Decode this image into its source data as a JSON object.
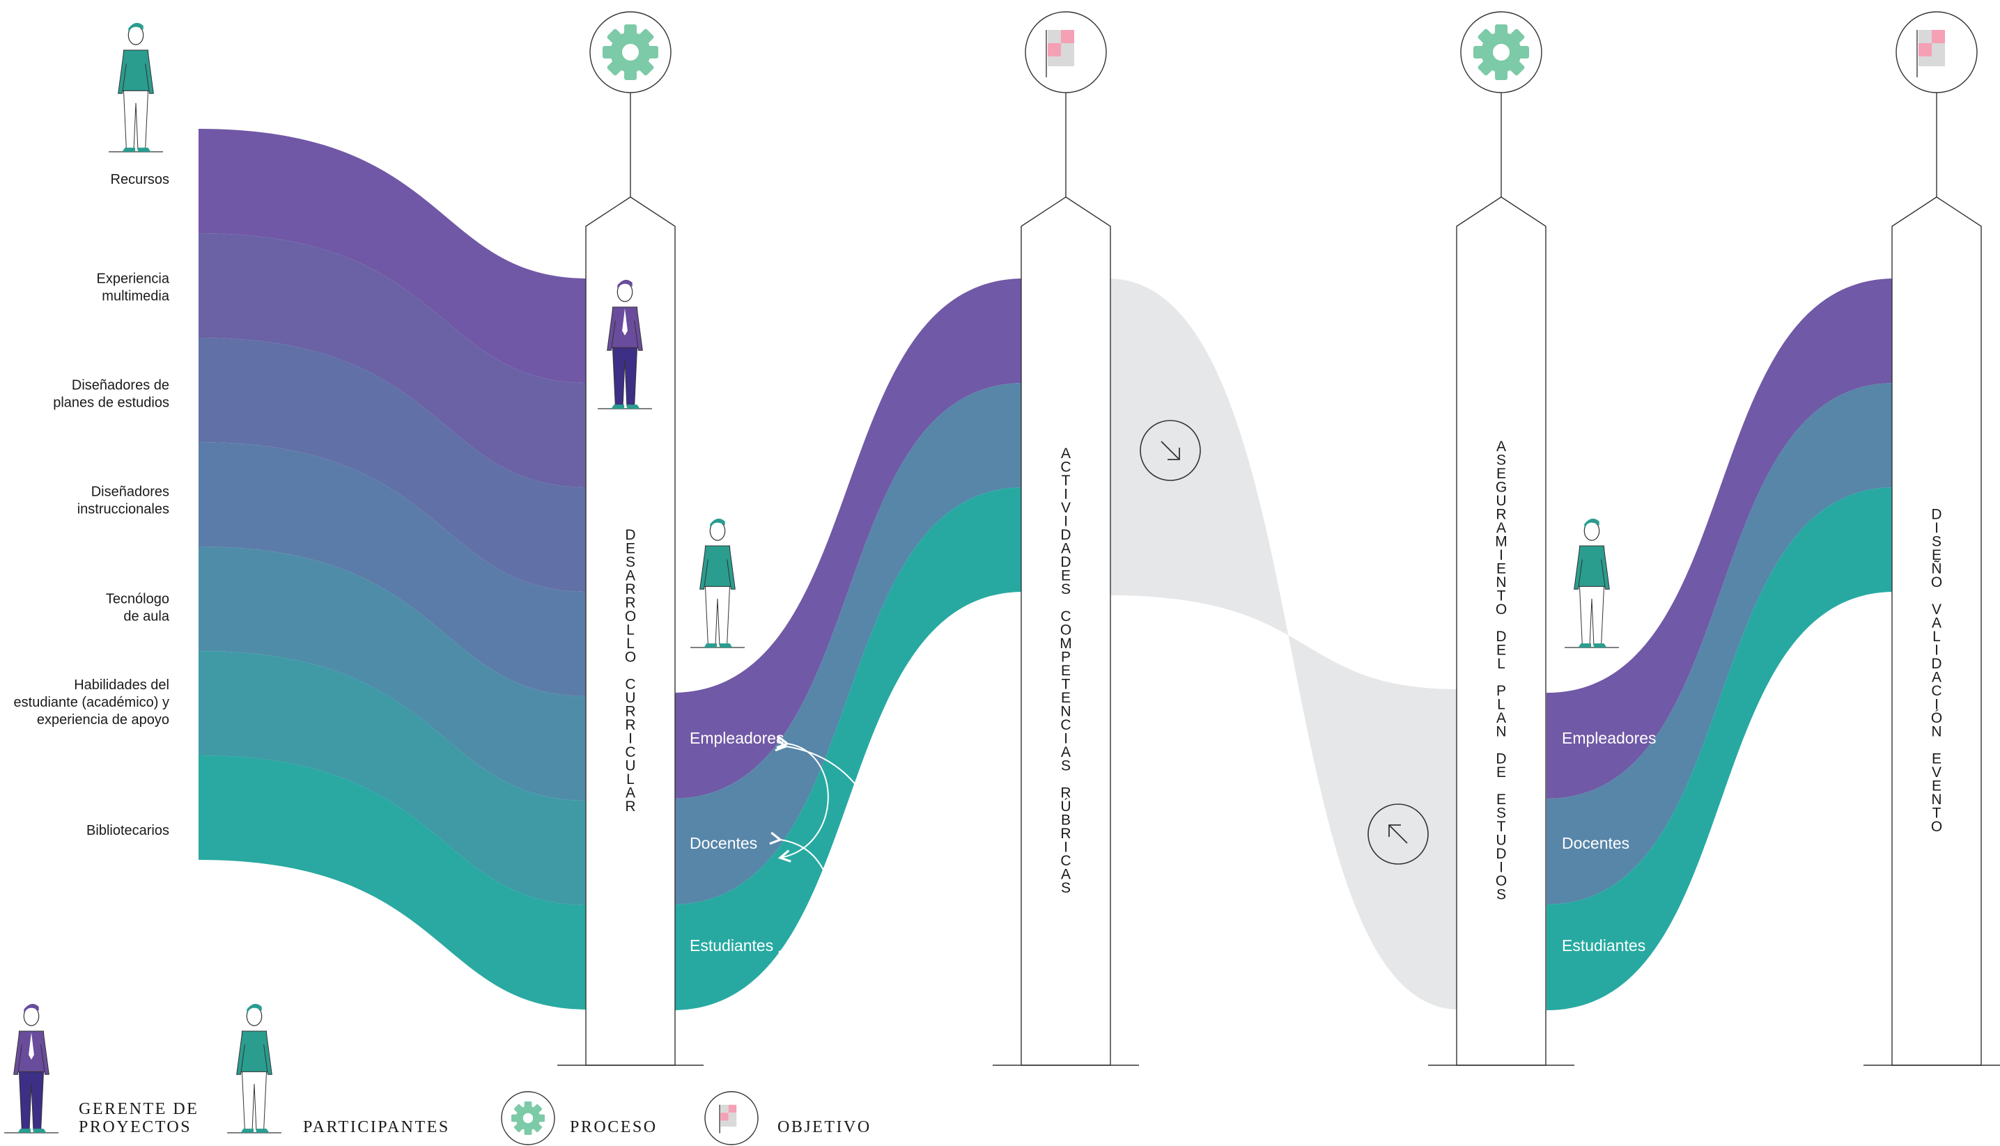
{
  "colors": {
    "purple": "#7059a6",
    "blue": "#5786a9",
    "teal": "#27a9a1",
    "gray_band": "#e6e7e8",
    "gear": "#7ccaa7",
    "flag_pink": "#f4a0b5",
    "flag_gray": "#d9d9d9",
    "person_teal": "#2a9d8f",
    "person_purple": "#6a4c9c"
  },
  "participants": [
    {
      "label": [
        "Recursos"
      ]
    },
    {
      "label": [
        "Experiencia",
        "multimedia"
      ]
    },
    {
      "label": [
        "Diseñadores de",
        "planes de estudios"
      ]
    },
    {
      "label": [
        "Diseñadores",
        "instruccionales"
      ]
    },
    {
      "label": [
        "Tecnólogo",
        "de aula"
      ]
    },
    {
      "label": [
        "Habilidades del",
        "estudiante (académico) y",
        "experiencia de apoyo"
      ]
    },
    {
      "label": [
        "Bibliotecarios"
      ]
    }
  ],
  "columns": [
    {
      "icon": "gear-icon",
      "letters": "DESARROLLO CURRICULAR"
    },
    {
      "icon": "flag-icon",
      "letters": "ACTIVIDADES COMPETENCIAS RÚBRICAS"
    },
    {
      "icon": "gear-icon",
      "letters": "ASEGURAMIENTO DEL PLAN DE ESTUDIOS"
    },
    {
      "icon": "flag-icon",
      "letters": "DISEÑO VALIDACIÓN EVENTO"
    }
  ],
  "flows": {
    "left": [
      "Empleadores",
      "Docentes",
      "Estudiantes"
    ],
    "right": [
      "Empleadores",
      "Docentes",
      "Estudiantes"
    ]
  },
  "legend": {
    "manager": [
      "GERENTE DE",
      "PROYECTOS"
    ],
    "participants": "PARTICIPANTES",
    "process": "PROCESO",
    "objective": "OBJETIVO"
  }
}
